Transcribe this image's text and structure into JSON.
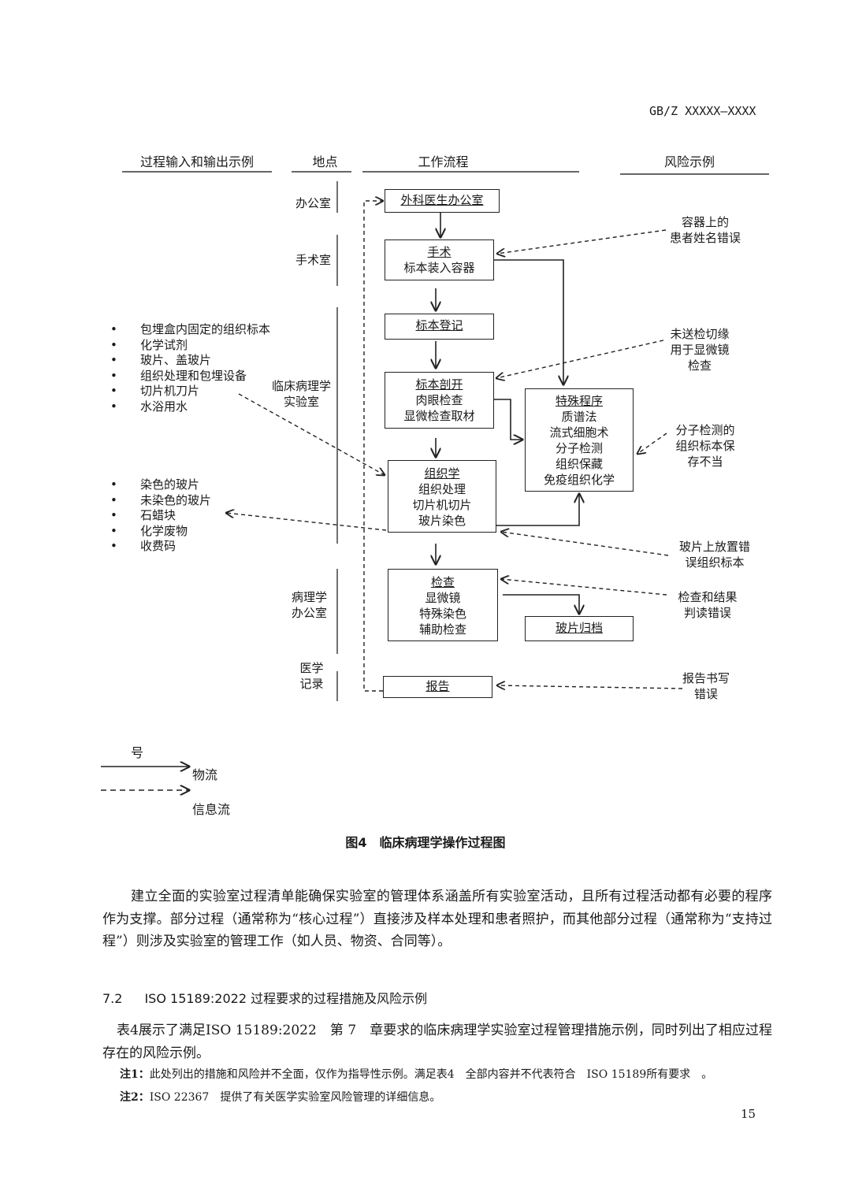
{
  "header": {
    "doc_number": "GB/Z XXXXX—XXXX"
  },
  "columns": {
    "io": "过程输入和输出示例",
    "place": "地点",
    "workflow": "工作流程",
    "risk": "风险示例"
  },
  "locations": {
    "office": "办公室",
    "or": "手术室",
    "lab_1": "临床病理学",
    "lab_2": "实验室",
    "path_office_1": "病理学",
    "path_office_2": "办公室",
    "record_1": "医学",
    "record_2": "记录"
  },
  "boxes": {
    "surgeon": {
      "title": "外科医生办公室"
    },
    "surgery": {
      "title": "手术",
      "lines": [
        "标本装入容器"
      ]
    },
    "register": {
      "title": "标本登记"
    },
    "dissect": {
      "title": "标本剖开",
      "lines": [
        "肉眼检查",
        "显微检查取材"
      ]
    },
    "special": {
      "title": "特殊程序",
      "lines": [
        "质谱法",
        "流式细胞术",
        "分子检测",
        "组织保藏",
        "免疫组织化学"
      ]
    },
    "histo": {
      "title": "组织学",
      "lines": [
        "组织处理",
        "切片机切片",
        "玻片染色"
      ]
    },
    "exam": {
      "title": "检查",
      "lines": [
        "显微镜",
        "特殊染色",
        "辅助检查"
      ]
    },
    "archive": {
      "title": "玻片归档"
    },
    "report": {
      "title": "报告"
    }
  },
  "risks": {
    "r1": [
      "容器上的",
      "患者姓名错误"
    ],
    "r2": [
      "未送检切缘",
      "用于显微镜",
      "检查"
    ],
    "r3": [
      "分子检测的",
      "组织标本保",
      "存不当"
    ],
    "r4": [
      "玻片上放置错",
      "误组织标本"
    ],
    "r5": [
      "检查和结果",
      "判读错误"
    ],
    "r6": [
      "报告书写",
      "错误"
    ]
  },
  "inputs": [
    "包埋盒内固定的组织标本",
    "化学试剂",
    "玻片、盖玻片",
    "组织处理和包埋设备",
    "切片机刀片",
    "水浴用水"
  ],
  "outputs": [
    "染色的玻片",
    "未染色的玻片",
    "石蜡块",
    "化学废物",
    "收费码"
  ],
  "legend": {
    "title": "号",
    "material": "物流",
    "info": "信息流"
  },
  "figure_caption": "图4　临床病理学操作过程图",
  "body_para": "建立全面的实验室过程清单能确保实验室的管理体系涵盖所有实验室活动，且所有过程活动都有必要的程序作为支撑。部分过程（通常称为“核心过程”）直接涉及样本处理和患者照护，而其他部分过程（通常称为“支持过程”）则涉及实验室的管理工作（如人员、物资、合同等）。",
  "section": {
    "number": "7.2",
    "title": "ISO 15189:2022 过程要求的过程措施及风险示例"
  },
  "section_para": "表4展示了满足ISO 15189:2022　第 7　章要求的临床病理学实验室过程管理措施示例，同时列出了相应过程存在的风险示例。",
  "notes": [
    {
      "label": "注1：",
      "text": "此处列出的措施和风险并不全面，仅作为指导性示例。满足表4　全部内容并不代表符合　ISO 15189所有要求　。"
    },
    {
      "label": "注2：",
      "text": "ISO 22367　提供了有关医学实验室风险管理的详细信息。"
    }
  ],
  "page_number": "15"
}
